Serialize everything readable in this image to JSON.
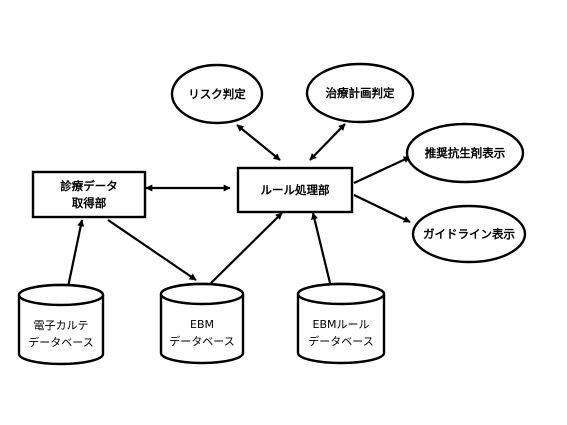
{
  "nodes": {
    "risk": {
      "label": "リスク判定"
    },
    "treatment": {
      "label": "治療計画判定"
    },
    "clinical": {
      "line1": "診療データ",
      "line2": "取得部"
    },
    "rule_engine": {
      "label": "ルール処理部"
    },
    "antibiotic": {
      "label": "推奨抗生剤表示"
    },
    "guideline": {
      "label": "ガイドライン表示"
    },
    "emr_db": {
      "line1": "電子カルテ",
      "line2": "データベース"
    },
    "ebm_db": {
      "line1": "EBM",
      "line2": "データベース"
    },
    "ebm_rule_db": {
      "line1": "EBMルール",
      "line2": "データベース"
    }
  },
  "colors": {
    "stroke": "#000000",
    "fill": "#ffffff"
  }
}
